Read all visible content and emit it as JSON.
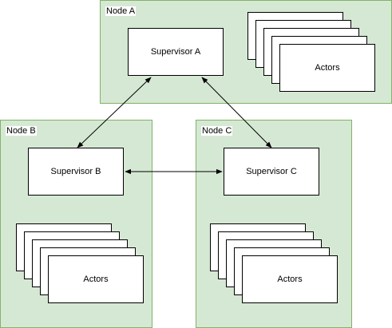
{
  "nodes": {
    "a": {
      "label": "Node A",
      "supervisor": "Supervisor A",
      "actors": "Actors"
    },
    "b": {
      "label": "Node B",
      "supervisor": "Supervisor B",
      "actors": "Actors"
    },
    "c": {
      "label": "Node C",
      "supervisor": "Supervisor C",
      "actors": "Actors"
    }
  },
  "colors": {
    "node_fill": "#d5e8d4",
    "node_border": "#82b366",
    "box_fill": "#ffffff",
    "line": "#000000"
  }
}
